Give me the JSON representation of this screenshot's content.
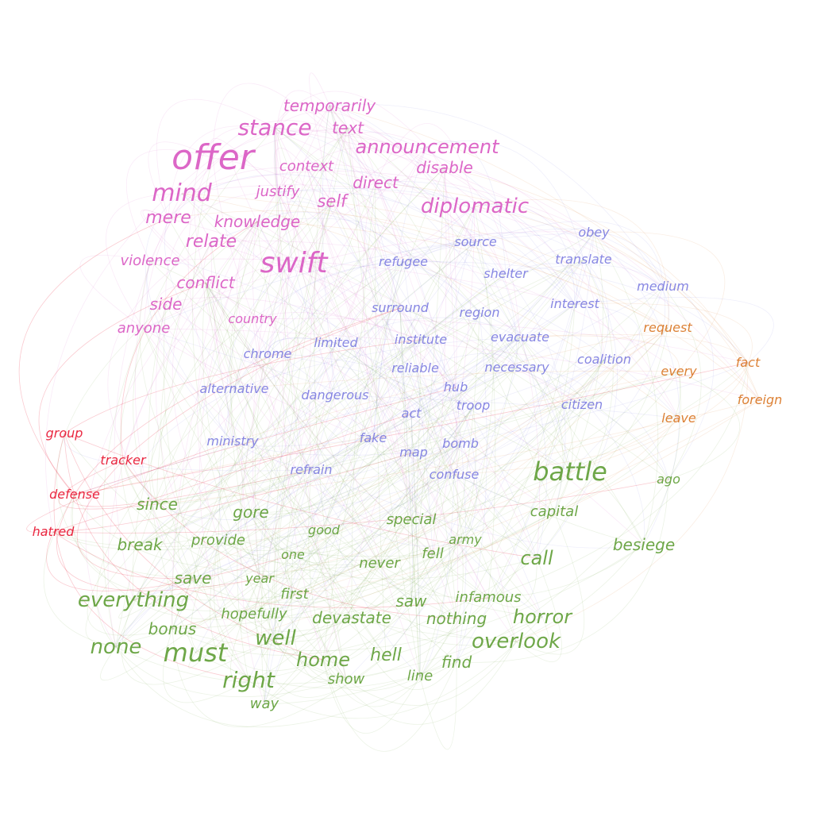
{
  "colors": {
    "pink": "#d957c2",
    "purple": "#7b7be0",
    "orange": "#d97420",
    "red": "#e8112d",
    "green": "#5f9e35"
  },
  "nodes": [
    {
      "text": "temporarily",
      "c": "pink"
    },
    {
      "text": "text",
      "c": "pink"
    },
    {
      "text": "stance",
      "c": "pink"
    },
    {
      "text": "offer",
      "c": "pink"
    },
    {
      "text": "announcement",
      "c": "pink"
    },
    {
      "text": "context",
      "c": "pink"
    },
    {
      "text": "disable",
      "c": "pink"
    },
    {
      "text": "direct",
      "c": "pink"
    },
    {
      "text": "justify",
      "c": "pink"
    },
    {
      "text": "mind",
      "c": "pink"
    },
    {
      "text": "self",
      "c": "pink"
    },
    {
      "text": "diplomatic",
      "c": "pink"
    },
    {
      "text": "mere",
      "c": "pink"
    },
    {
      "text": "knowledge",
      "c": "pink"
    },
    {
      "text": "relate",
      "c": "pink"
    },
    {
      "text": "swift",
      "c": "pink"
    },
    {
      "text": "violence",
      "c": "pink"
    },
    {
      "text": "conflict",
      "c": "pink"
    },
    {
      "text": "side",
      "c": "pink"
    },
    {
      "text": "anyone",
      "c": "pink"
    },
    {
      "text": "country",
      "c": "pink"
    },
    {
      "text": "obey",
      "c": "purple"
    },
    {
      "text": "source",
      "c": "purple"
    },
    {
      "text": "refugee",
      "c": "purple"
    },
    {
      "text": "translate",
      "c": "purple"
    },
    {
      "text": "shelter",
      "c": "purple"
    },
    {
      "text": "medium",
      "c": "purple"
    },
    {
      "text": "surround",
      "c": "purple"
    },
    {
      "text": "region",
      "c": "purple"
    },
    {
      "text": "interest",
      "c": "purple"
    },
    {
      "text": "chrome",
      "c": "purple"
    },
    {
      "text": "limited",
      "c": "purple"
    },
    {
      "text": "institute",
      "c": "purple"
    },
    {
      "text": "evacuate",
      "c": "purple"
    },
    {
      "text": "coalition",
      "c": "purple"
    },
    {
      "text": "reliable",
      "c": "purple"
    },
    {
      "text": "necessary",
      "c": "purple"
    },
    {
      "text": "alternative",
      "c": "purple"
    },
    {
      "text": "dangerous",
      "c": "purple"
    },
    {
      "text": "hub",
      "c": "purple"
    },
    {
      "text": "troop",
      "c": "purple"
    },
    {
      "text": "citizen",
      "c": "purple"
    },
    {
      "text": "act",
      "c": "purple"
    },
    {
      "text": "fake",
      "c": "purple"
    },
    {
      "text": "ministry",
      "c": "purple"
    },
    {
      "text": "bomb",
      "c": "purple"
    },
    {
      "text": "map",
      "c": "purple"
    },
    {
      "text": "refrain",
      "c": "purple"
    },
    {
      "text": "confuse",
      "c": "purple"
    },
    {
      "text": "request",
      "c": "orange"
    },
    {
      "text": "fact",
      "c": "orange"
    },
    {
      "text": "every",
      "c": "orange"
    },
    {
      "text": "foreign",
      "c": "orange"
    },
    {
      "text": "leave",
      "c": "orange"
    },
    {
      "text": "group",
      "c": "red"
    },
    {
      "text": "tracker",
      "c": "red"
    },
    {
      "text": "defense",
      "c": "red"
    },
    {
      "text": "hatred",
      "c": "red"
    },
    {
      "text": "battle",
      "c": "green"
    },
    {
      "text": "ago",
      "c": "green"
    },
    {
      "text": "since",
      "c": "green"
    },
    {
      "text": "gore",
      "c": "green"
    },
    {
      "text": "capital",
      "c": "green"
    },
    {
      "text": "special",
      "c": "green"
    },
    {
      "text": "good",
      "c": "green"
    },
    {
      "text": "break",
      "c": "green"
    },
    {
      "text": "provide",
      "c": "green"
    },
    {
      "text": "army",
      "c": "green"
    },
    {
      "text": "besiege",
      "c": "green"
    },
    {
      "text": "one",
      "c": "green"
    },
    {
      "text": "fell",
      "c": "green"
    },
    {
      "text": "call",
      "c": "green"
    },
    {
      "text": "never",
      "c": "green"
    },
    {
      "text": "save",
      "c": "green"
    },
    {
      "text": "year",
      "c": "green"
    },
    {
      "text": "everything",
      "c": "green"
    },
    {
      "text": "first",
      "c": "green"
    },
    {
      "text": "saw",
      "c": "green"
    },
    {
      "text": "infamous",
      "c": "green"
    },
    {
      "text": "hopefully",
      "c": "green"
    },
    {
      "text": "devastate",
      "c": "green"
    },
    {
      "text": "nothing",
      "c": "green"
    },
    {
      "text": "horror",
      "c": "green"
    },
    {
      "text": "bonus",
      "c": "green"
    },
    {
      "text": "well",
      "c": "green"
    },
    {
      "text": "overlook",
      "c": "green"
    },
    {
      "text": "none",
      "c": "green"
    },
    {
      "text": "must",
      "c": "green"
    },
    {
      "text": "home",
      "c": "green"
    },
    {
      "text": "hell",
      "c": "green"
    },
    {
      "text": "find",
      "c": "green"
    },
    {
      "text": "right",
      "c": "green"
    },
    {
      "text": "show",
      "c": "green"
    },
    {
      "text": "line",
      "c": "green"
    },
    {
      "text": "way",
      "c": "green"
    }
  ]
}
